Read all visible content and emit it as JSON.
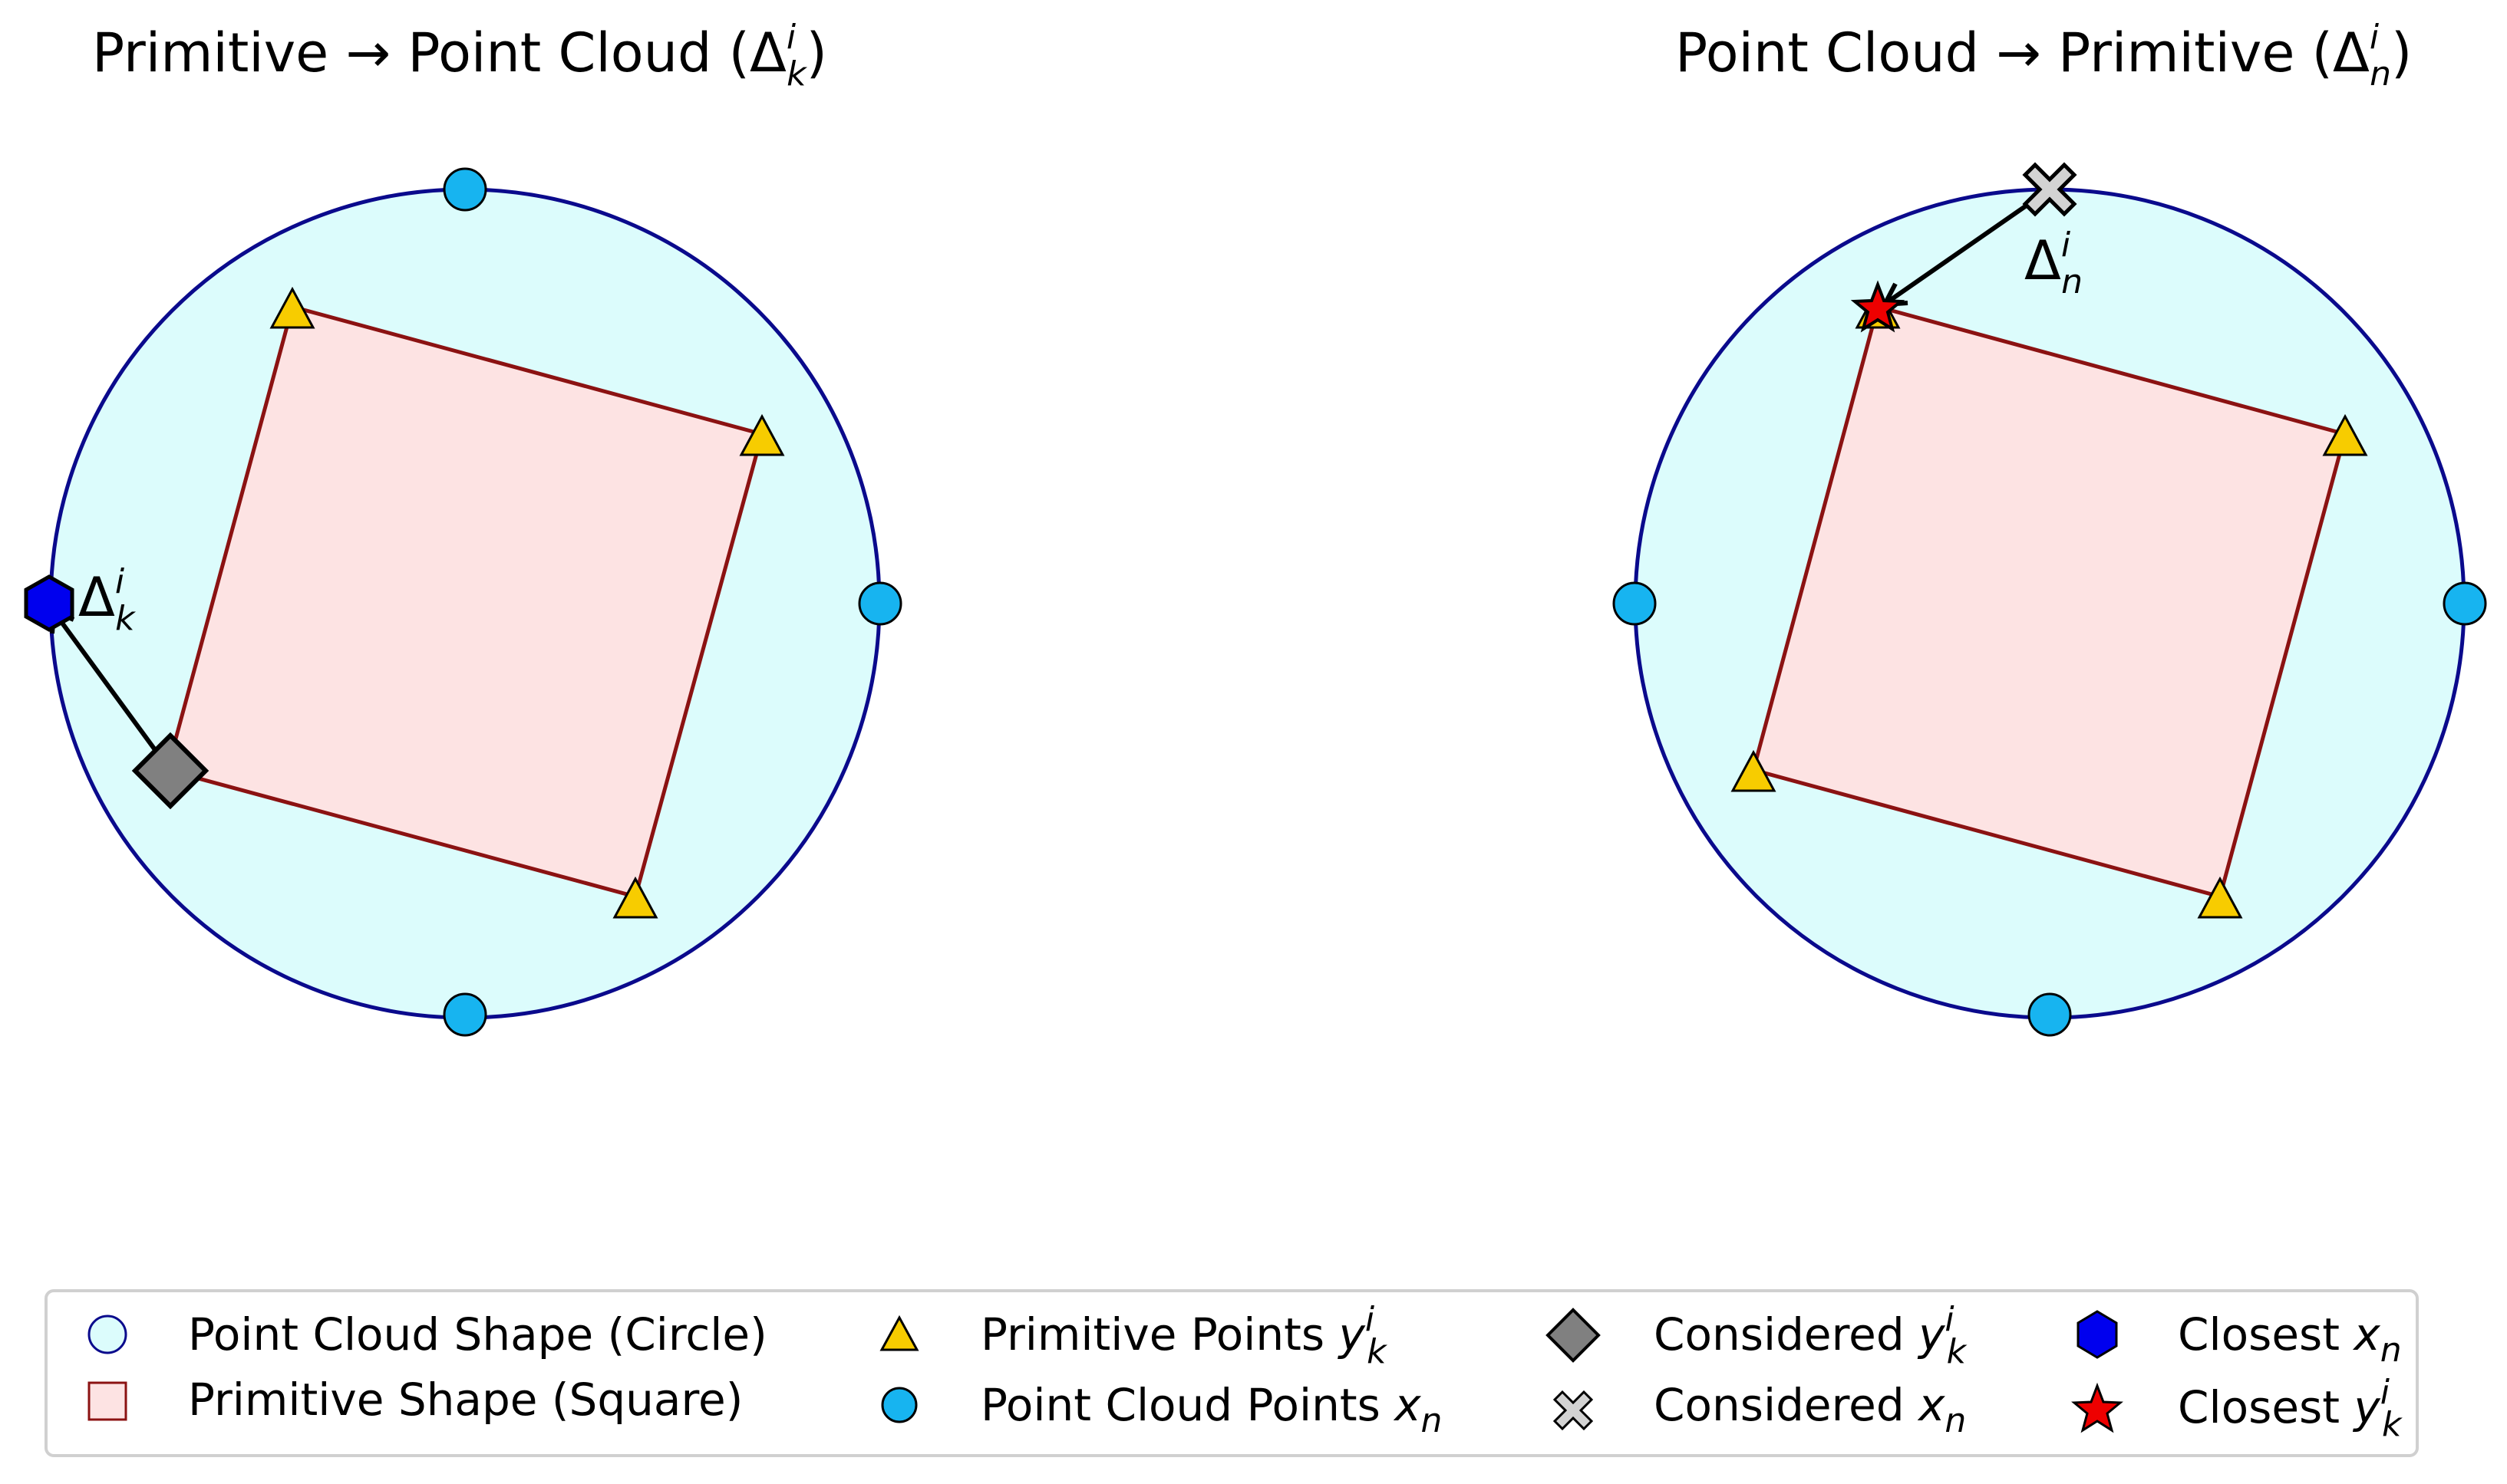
{
  "panels": [
    {
      "id": "primitive-to-point-cloud",
      "title": "Primitive → Point Cloud (",
      "title_symbol": "Δ",
      "title_sup": "i",
      "title_sub": "k",
      "title_close": ")",
      "annotation_symbol": "Δ",
      "annotation_sup": "i",
      "annotation_sub": "k"
    },
    {
      "id": "point-cloud-to-primitive",
      "title": "Point Cloud → Primitive (",
      "title_symbol": "Δ",
      "title_sup": "i",
      "title_sub": "n",
      "title_close": ")",
      "annotation_symbol": "Δ",
      "annotation_sup": "i",
      "annotation_sub": "n"
    }
  ],
  "legend": {
    "circle_shape": "Point Cloud Shape (Circle)",
    "square_shape": "Primitive Shape (Square)",
    "primitive_points": "Primitive Points ",
    "primitive_points_var": "y",
    "primitive_points_sup": "i",
    "primitive_points_sub": "k",
    "cloud_points": "Point Cloud Points ",
    "cloud_points_var": "x",
    "cloud_points_sub": "n",
    "considered_y": "Considered ",
    "considered_y_var": "y",
    "considered_y_sup": "i",
    "considered_y_sub": "k",
    "considered_x": "Considered ",
    "considered_x_var": "x",
    "considered_x_sub": "n",
    "closest_x": "Closest ",
    "closest_x_var": "x",
    "closest_x_sub": "n",
    "closest_y": "Closest ",
    "closest_y_var": "y",
    "closest_y_sup": "i",
    "closest_y_sub": "k"
  },
  "colors": {
    "circle_fill": "#dcfcfc",
    "circle_stroke": "#0a0a8c",
    "square_fill": "#fde3e3",
    "square_stroke": "#8b1212",
    "primitive_point": "#f7cc00",
    "cloud_point": "#17b4f0",
    "considered_y": "#808080",
    "considered_x": "#d3d3d3",
    "closest_x": "#0000ee",
    "closest_y": "#ee0000"
  }
}
